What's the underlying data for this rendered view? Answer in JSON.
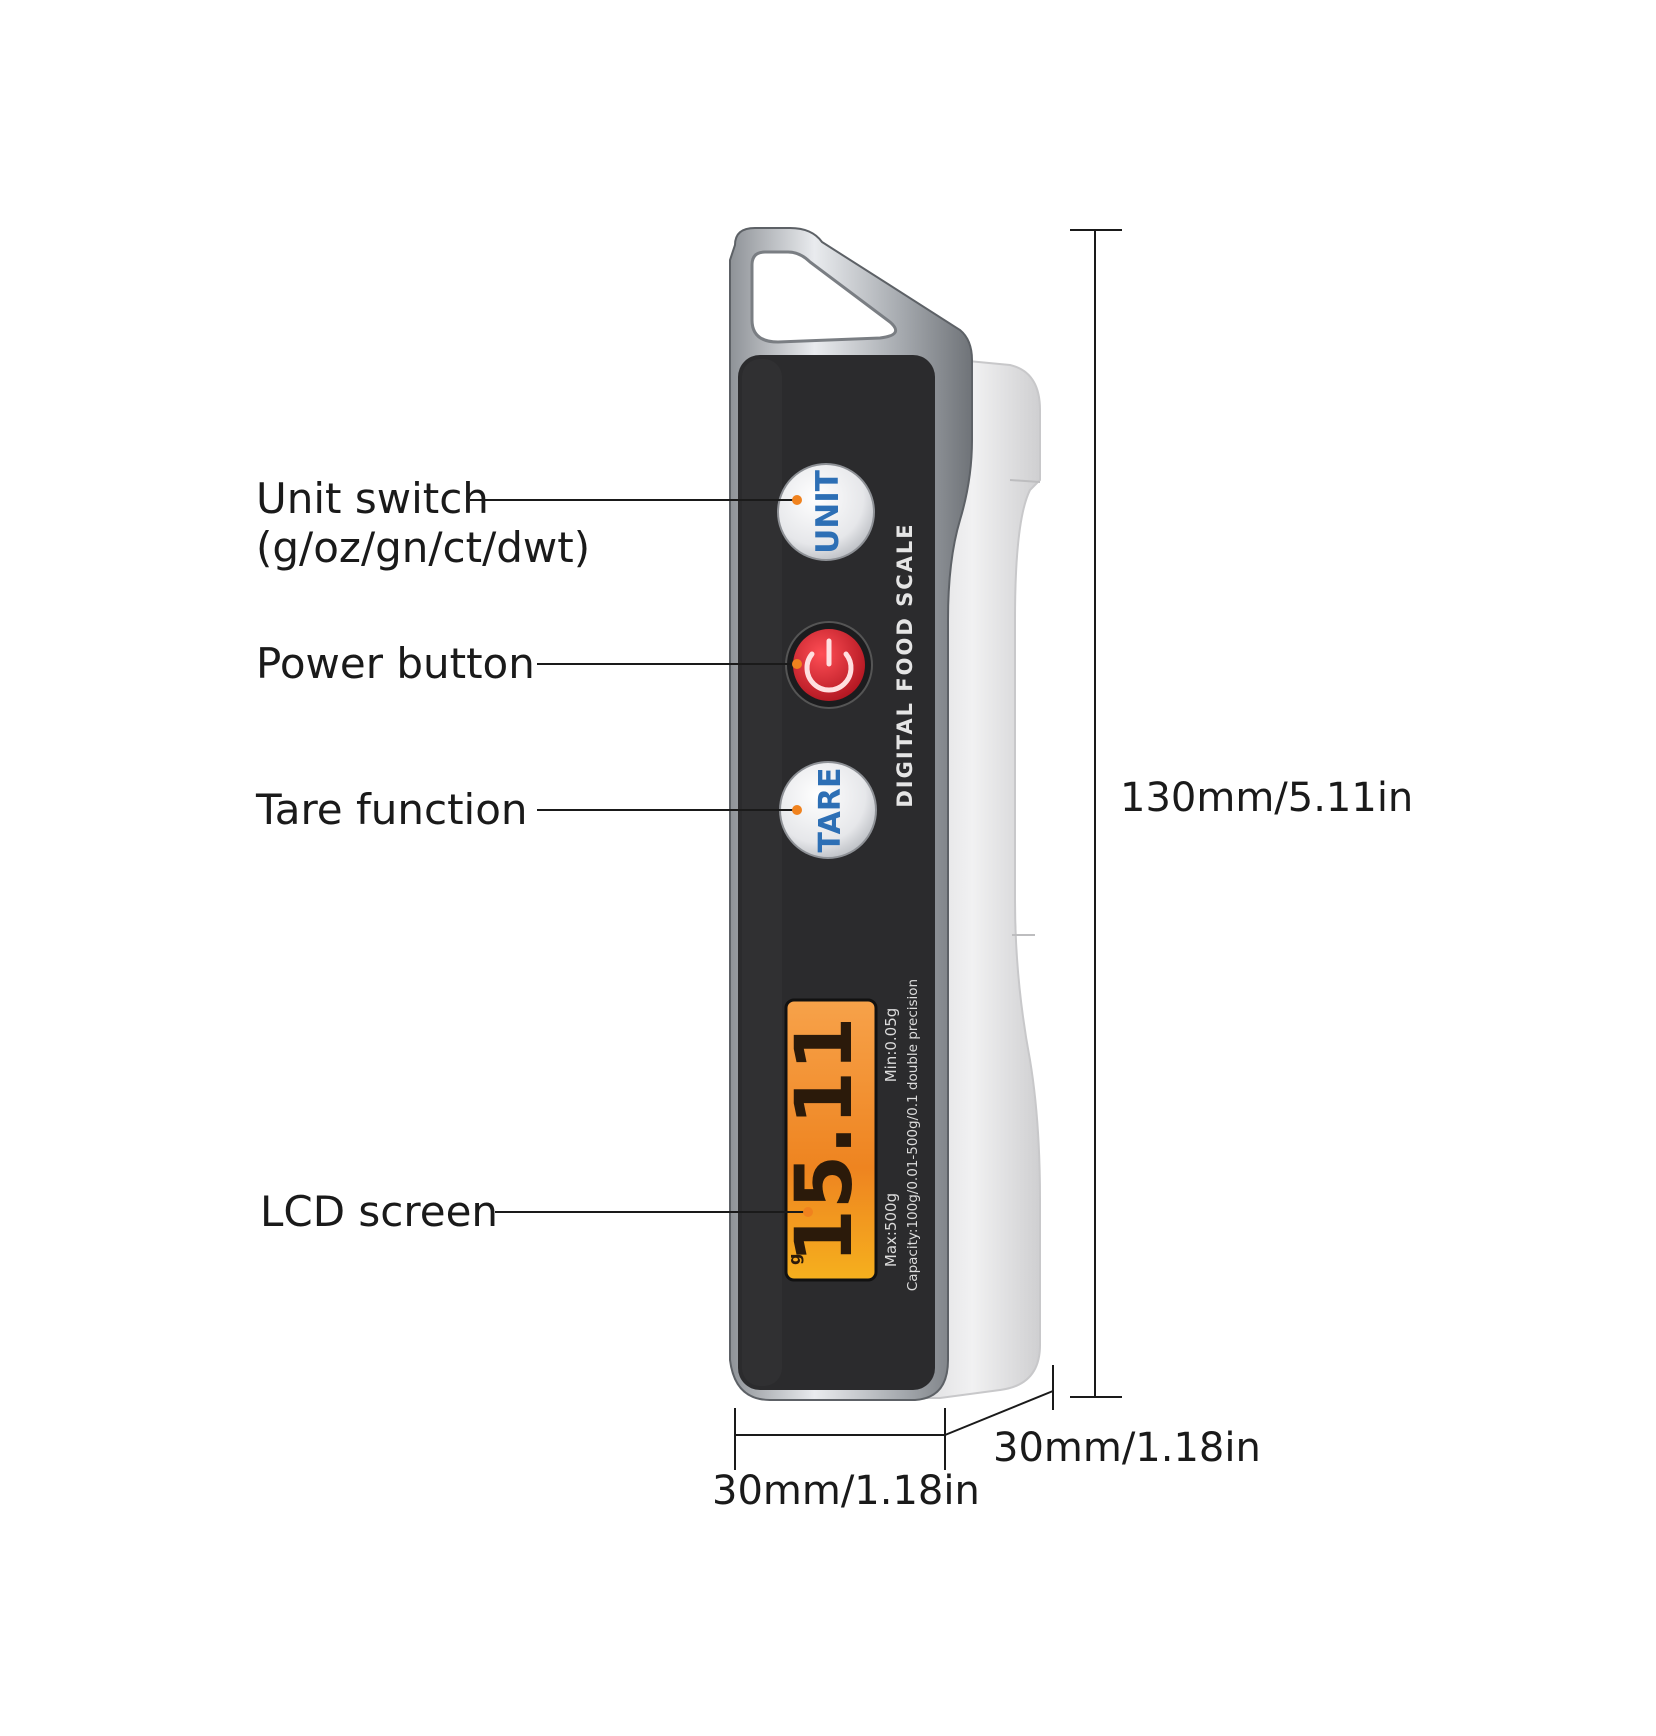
{
  "callouts": {
    "unit_switch": "Unit switch",
    "unit_switch_sub": "(g/oz/gn/ct/dwt)",
    "power_button": "Power button",
    "tare_function": "Tare function",
    "lcd_screen": "LCD screen"
  },
  "dimensions": {
    "height": "130mm/5.11in",
    "depth": "30mm/1.18in",
    "width": "30mm/1.18in"
  },
  "device": {
    "brand_text": "DIGITAL FOOD SCALE",
    "unit_button_label": "UNIT",
    "tare_button_label": "TARE",
    "lcd_reading": "15.11",
    "lcd_unit": "g",
    "spec_min": "Min:0.05g",
    "spec_max": "Max:500g",
    "spec_capacity": "Capacity:100g/0.01-500g/0.1 double precision"
  },
  "colors": {
    "panel": "#2b2b2d",
    "chrome": "#c9ccd0",
    "lcd": "#f08a22",
    "power_red": "#d11f2a",
    "button_text_blue": "#2d6fb5",
    "marker_orange": "#f0821e"
  }
}
